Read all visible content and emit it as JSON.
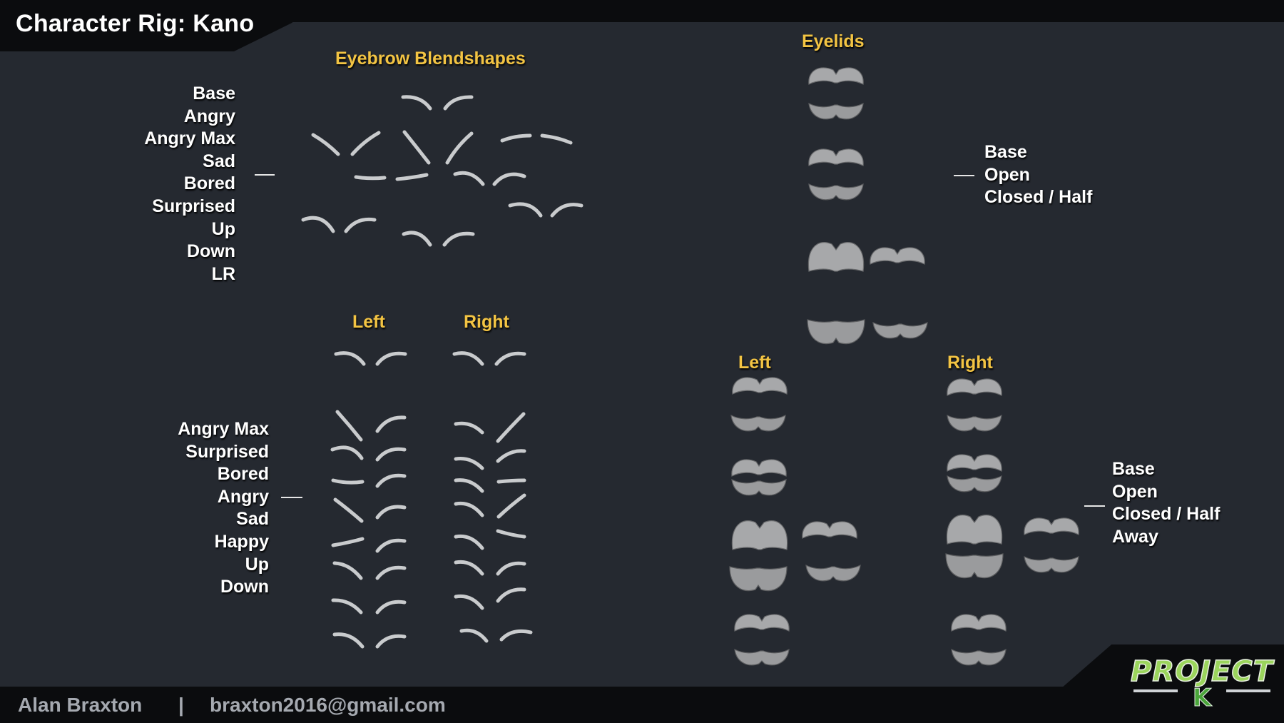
{
  "title": "Character Rig: Kano",
  "headers": {
    "eyebrow_blendshapes": "Eyebrow Blendshapes",
    "eyelids": "Eyelids",
    "brow_left": "Left",
    "brow_right": "Right",
    "lid_left": "Left",
    "lid_right": "Right"
  },
  "brow_labels": [
    "Base",
    "Angry",
    "Angry Max",
    "Sad",
    "Bored",
    "Surprised",
    "Up",
    "Down",
    "LR"
  ],
  "brow_side_labels": [
    "Angry Max",
    "Surprised",
    "Bored",
    "Angry",
    "Sad",
    "Happy",
    "Up",
    "Down"
  ],
  "eyelid_labels": [
    "Base",
    "Open",
    "Closed / Half"
  ],
  "eyelid_side_labels": [
    "Base",
    "Open",
    "Closed / Half",
    "Away"
  ],
  "footer": {
    "name": "Alan Braxton",
    "separator": "|",
    "email": "braxton2016@gmail.com"
  },
  "logo": {
    "line1": "PROJECT",
    "line2": "K"
  },
  "colors": {
    "background": "#252930",
    "bars": "#0b0c0e",
    "header": "#f3c443",
    "label": "#ffffff",
    "footer_text": "#a5a9b0",
    "logo_green": "#9bd55c"
  }
}
